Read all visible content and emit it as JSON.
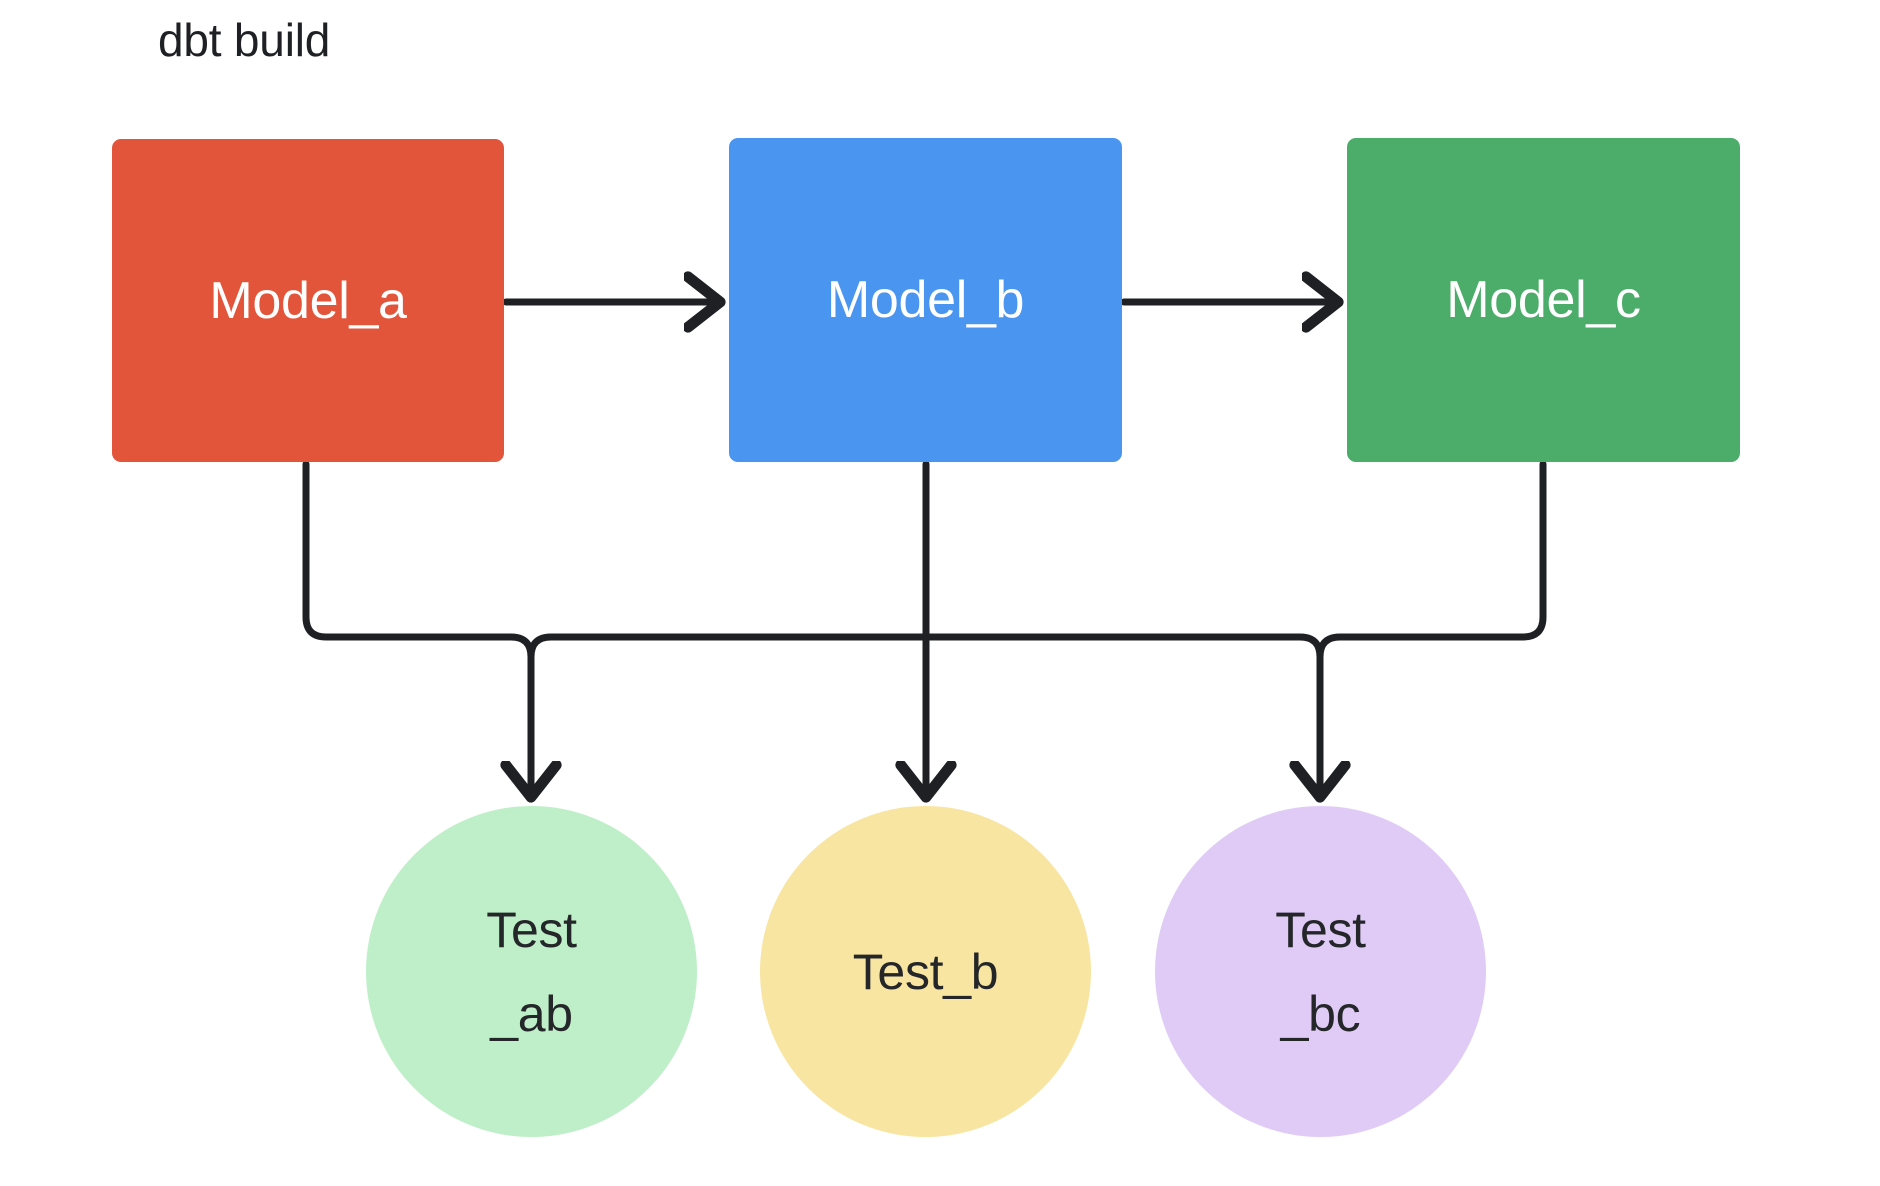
{
  "diagram": {
    "title": "dbt build",
    "type": "dag",
    "background": "#ffffff",
    "edge_color": "#1f2023",
    "title_color": "#1f2023"
  },
  "nodes": {
    "models": [
      {
        "id": "model_a",
        "label": "Model_a",
        "shape": "rectangle",
        "fill": "#E2553A",
        "text_color": "#ffffff"
      },
      {
        "id": "model_b",
        "label": "Model_b",
        "shape": "rectangle",
        "fill": "#4A95F0",
        "text_color": "#ffffff"
      },
      {
        "id": "model_c",
        "label": "Model_c",
        "shape": "rectangle",
        "fill": "#4CAC6A",
        "text_color": "#ffffff"
      }
    ],
    "tests": [
      {
        "id": "test_ab",
        "label": "Test\n_ab",
        "shape": "circle",
        "fill": "#BFEFC8",
        "text_color": "#242629"
      },
      {
        "id": "test_b",
        "label": "Test_b",
        "shape": "circle",
        "fill": "#F8E5A1",
        "text_color": "#242629"
      },
      {
        "id": "test_bc",
        "label": "Test\n_bc",
        "shape": "circle",
        "fill": "#DFCBF5",
        "text_color": "#242629"
      }
    ]
  },
  "edges": [
    {
      "from": "model_a",
      "to": "model_b",
      "style": "straight-arrow"
    },
    {
      "from": "model_b",
      "to": "model_c",
      "style": "straight-arrow"
    },
    {
      "from": "model_a",
      "to": "test_ab",
      "style": "orthogonal-arrow"
    },
    {
      "from": "model_b",
      "to": "test_b",
      "style": "straight-arrow"
    },
    {
      "from": "model_b",
      "to": "test_ab",
      "style": "orthogonal-arrow"
    },
    {
      "from": "model_b",
      "to": "test_bc",
      "style": "orthogonal-arrow"
    },
    {
      "from": "model_c",
      "to": "test_bc",
      "style": "orthogonal-arrow"
    }
  ]
}
